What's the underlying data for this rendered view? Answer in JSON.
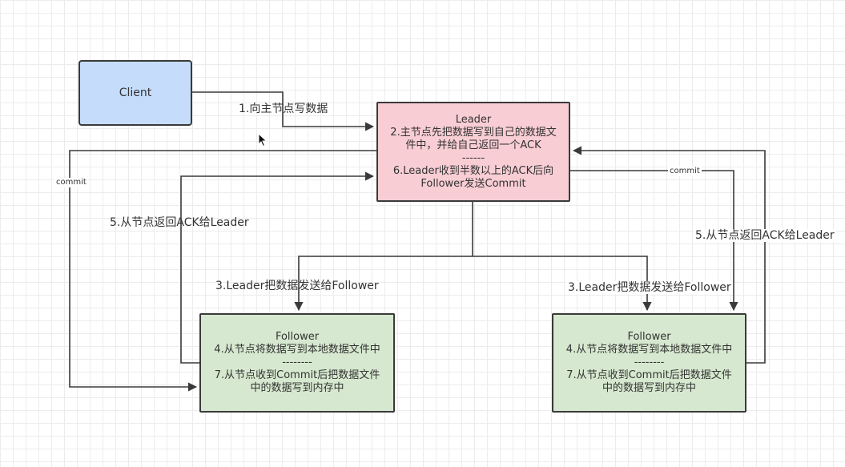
{
  "colors": {
    "client_fill": "#c5dcfa",
    "leader_fill": "#f8cdd4",
    "follower_fill": "#d6e8cf",
    "edge": "#3a3a3a"
  },
  "client": {
    "label": "Client"
  },
  "leader": {
    "title": "Leader",
    "line1": "2.主节点先把数据写到自己的数据文",
    "line2": "件中，并给自己返回一个ACK",
    "separator": "------",
    "line3": "6.Leader收到半数以上的ACK后向",
    "line4": "Follower发送Commit"
  },
  "follower_left": {
    "title": "Follower",
    "line1": "4.从节点将数据写到本地数据文件中",
    "separator": "--------",
    "line2": "7.从节点收到Commit后把数据文件",
    "line3": "中的数据写到内存中"
  },
  "follower_right": {
    "title": "Follower",
    "line1": "4.从节点将数据写到本地数据文件中",
    "separator": "--------",
    "line2": "7.从节点收到Commit后把数据文件",
    "line3": "中的数据写到内存中"
  },
  "edges": {
    "client_to_leader": "1.向主节点写数据",
    "commit_left": "commit",
    "commit_right": "commit",
    "ack_left": "5.从节点返回ACK给Leader",
    "ack_right": "5.从节点返回ACK给Leader",
    "replicate_left": "3.Leader把数据发送给Follower",
    "replicate_right": "3.Leader把数据发送给Follower"
  }
}
